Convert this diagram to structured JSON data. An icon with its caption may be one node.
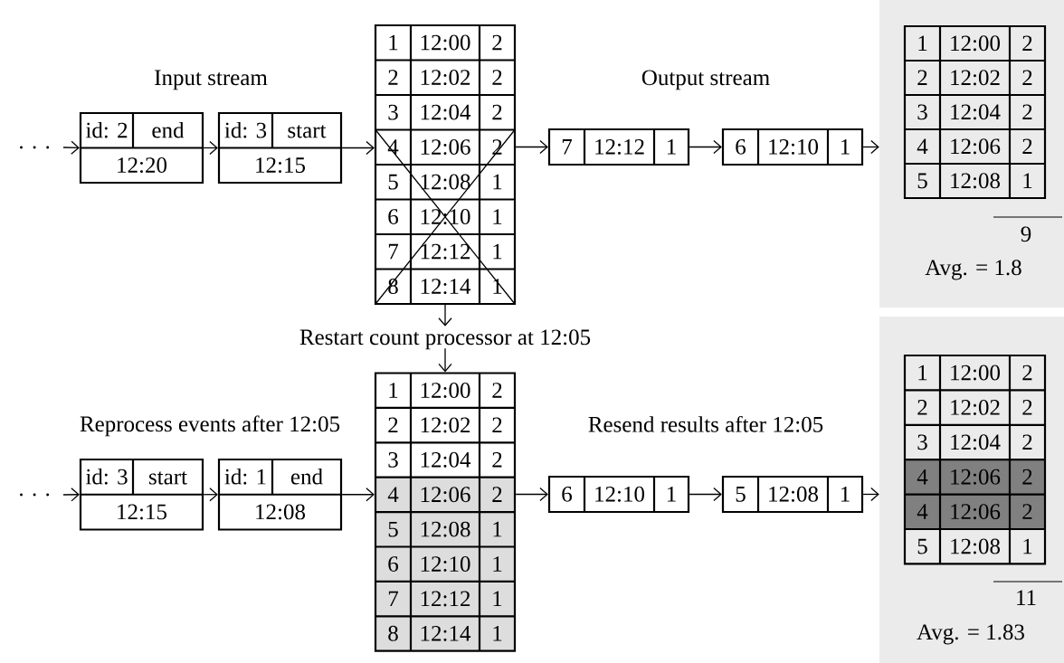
{
  "diagram": {
    "nodes": [
      {
        "text": [
          ". . ."
        ]
      },
      {
        "text": [
          "id: 2",
          "end",
          "12:20"
        ]
      },
      {
        "text": [
          "id: 3",
          "start",
          "12:15"
        ]
      },
      {
        "text": [
          "1",
          "12:00",
          "2",
          "2",
          "12:02",
          "2",
          "3",
          "12:04",
          "2",
          "4",
          "12:06",
          "2",
          "5",
          "12:08",
          "1",
          "6",
          "12:10",
          "1",
          "7",
          "12:12",
          "1",
          "8",
          "12:14",
          "1"
        ]
      },
      {
        "text": [
          "7",
          "12:12",
          "1"
        ]
      },
      {
        "text": [
          "6",
          "12:10",
          "1"
        ]
      },
      {
        "text": [
          "9",
          "Avg. = 1.8"
        ]
      },
      {
        "text": [
          "1",
          "12:00",
          "2",
          "2",
          "12:02",
          "2",
          "3",
          "12:04",
          "2",
          "4",
          "12:06",
          "2",
          "5",
          "12:08",
          "1"
        ],
        "in": 6
      },
      {
        "text": [
          "Restart count processor at 12:05"
        ]
      },
      {
        "text": [
          ". . ."
        ]
      },
      {
        "text": [
          "id: 3",
          "start",
          "12:15"
        ]
      },
      {
        "text": [
          "id: 1",
          "end",
          "12:08"
        ]
      },
      {
        "text": [
          "1",
          "12:00",
          "2",
          "2",
          "12:02",
          "2",
          "3",
          "12:04",
          "2",
          "4",
          "12:06",
          "2",
          "5",
          "12:08",
          "1",
          "6",
          "12:10",
          "1",
          "7",
          "12:12",
          "1",
          "8",
          "12:14",
          "1"
        ]
      },
      {
        "text": [
          "6",
          "12:10",
          "1"
        ]
      },
      {
        "text": [
          "5",
          "12:08",
          "1"
        ]
      },
      {
        "text": [
          "11",
          "Avg. = 1.83"
        ]
      },
      {
        "text": [
          "1",
          "12:00",
          "2",
          "2",
          "12:02",
          "2",
          "3",
          "12:04",
          "2",
          "4",
          "12:06",
          "2",
          "4",
          "12:06",
          "2",
          "5",
          "12:08",
          "1"
        ],
        "in": 15
      }
    ],
    "edges": [
      {
        "from": 0,
        "to": 1,
        "arrow": "to"
      },
      {
        "from": 1,
        "to": 2,
        "arrow": "to"
      },
      {
        "from": 2,
        "to": 3,
        "arrow": "to"
      },
      {
        "from": 3,
        "to": 4,
        "arrow": "to"
      },
      {
        "from": 4,
        "to": 5,
        "arrow": "to"
      },
      {
        "from": 5,
        "to": 6,
        "arrow": "to"
      },
      {
        "from": 3,
        "to": 8,
        "arrow": "to"
      },
      {
        "from": 8,
        "to": 12,
        "arrow": "to"
      },
      {
        "from": 9,
        "to": 10,
        "arrow": "to"
      },
      {
        "from": 10,
        "to": 11,
        "arrow": "to"
      },
      {
        "from": 11,
        "to": 12,
        "arrow": "to"
      },
      {
        "from": 12,
        "to": 13,
        "arrow": "to"
      },
      {
        "from": 13,
        "to": 14,
        "arrow": "to"
      },
      {
        "from": 14,
        "to": 15,
        "arrow": "to"
      }
    ],
    "labels": [
      "Input stream",
      "Output stream",
      "Reprocess events after 12:05",
      "Resend results after 12:05"
    ]
  }
}
